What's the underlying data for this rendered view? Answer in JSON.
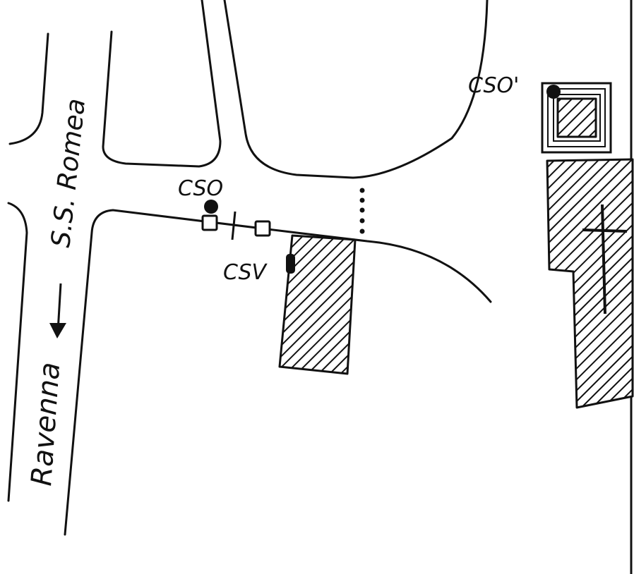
{
  "map": {
    "road_name": "S.S. Romea",
    "direction_label": "Ravenna",
    "direction_arrow": "down-arrow",
    "markers": [
      {
        "label": "CSO",
        "icon": "filled-dot"
      },
      {
        "label": "CSV",
        "icon": "filled-bar"
      },
      {
        "label": "CSO'",
        "icon": "filled-dot"
      }
    ],
    "church_symbol": "cross-icon",
    "colors": {
      "ink": "#111111",
      "paper": "#ffffff"
    }
  }
}
